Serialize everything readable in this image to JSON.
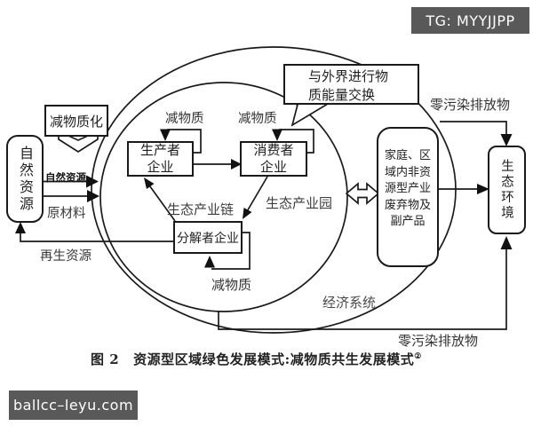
{
  "badge": {
    "text": "TG: MYYJJPP"
  },
  "watermark": {
    "text": "ballcc–leyu.com"
  },
  "diagram": {
    "boxes": {
      "dematerialization": "减物质化",
      "natural_resources": "自然资源",
      "producer": "生产者\n企业",
      "consumer": "消费者\n企业",
      "decomposer": "分解者企业",
      "external_exchange": "与外界进行物\n质能量交换",
      "household": "家庭、区\n域内非资\n源型产业\n废弃物及\n副产品",
      "eco_environment": "生态环境"
    },
    "labels": {
      "reduce_material_producer": "减物质",
      "reduce_material_consumer": "减物质",
      "reduce_material_decomposer": "减物质",
      "natural_resource_flow": "自然资源",
      "raw_materials": "原材料",
      "recycled_resources": "再生资源",
      "eco_industrial_chain": "生态产业链",
      "eco_industrial_park": "生态产业园",
      "economic_system": "经济系统",
      "zero_pollution_top": "零污染排放物",
      "zero_pollution_bottom": "零污染排放物"
    }
  },
  "caption": {
    "figure_label": "图 2",
    "text": "资源型区域绿色发展模式:减物质共生发展模式",
    "superscript": "②"
  },
  "colors": {
    "line": "#1a1a1a",
    "overlay_bg": "#595959",
    "overlay_text": "#ffffff"
  }
}
